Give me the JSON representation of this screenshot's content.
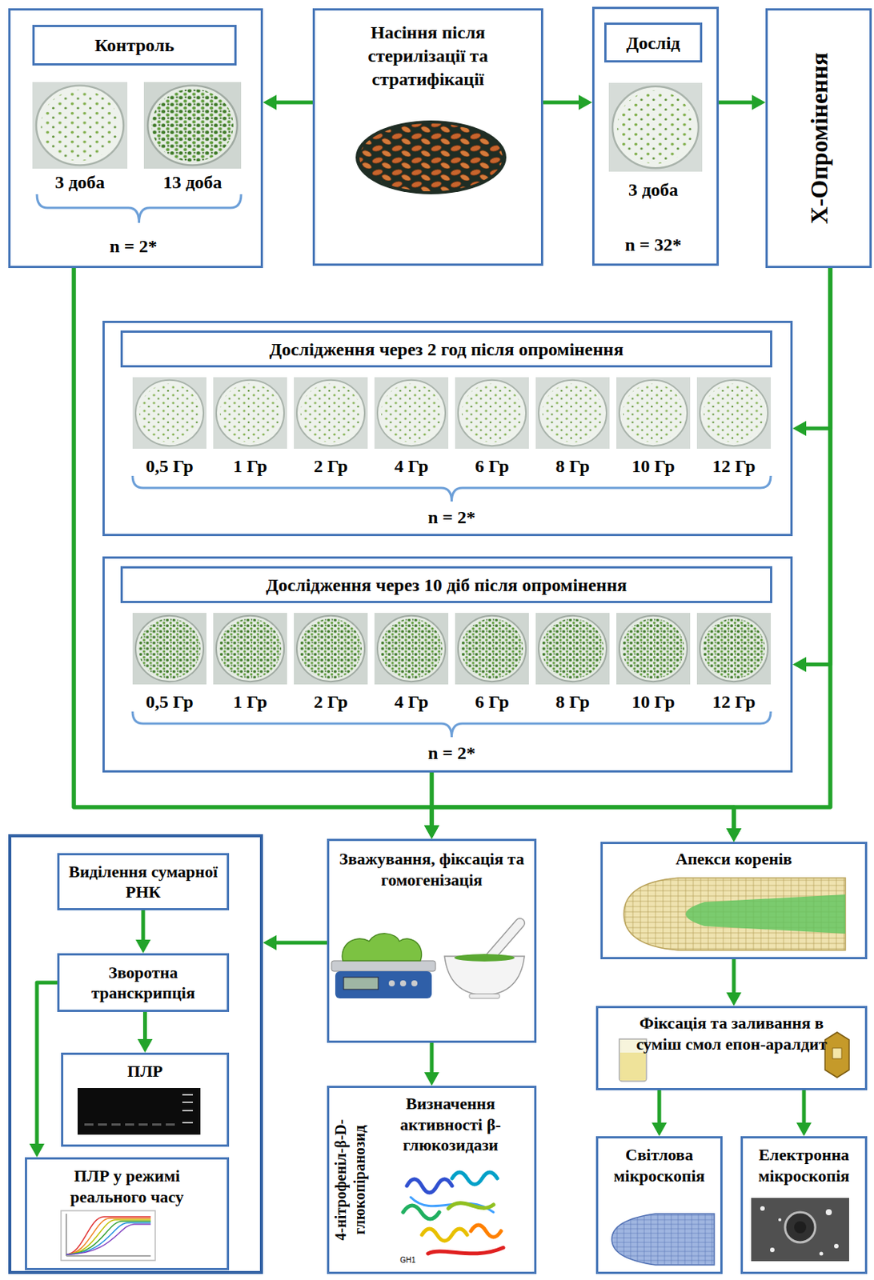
{
  "diagram": {
    "nodes": [
      {
        "text": [
          "3 доба",
          "13 доба",
          "n = 2*"
        ]
      },
      {
        "text": [
          "Контроль"
        ],
        "in": 0
      },
      {
        "text": [
          "Насіння після стерилізації та стратифікації"
        ]
      },
      {
        "text": [
          "3 доба",
          "n = 32*"
        ]
      },
      {
        "text": [
          "Дослід"
        ],
        "in": 3
      },
      {
        "text": [
          "X-Опромінення"
        ]
      },
      {
        "text": [
          "0,5 Гр",
          "1 Гр",
          "2 Гр",
          "4 Гр",
          "6 Гр",
          "8 Гр",
          "10 Гр",
          "12 Гр",
          "n = 2*"
        ]
      },
      {
        "text": [
          "Дослідження через 2 год після опромінення"
        ],
        "in": 6
      },
      {
        "text": [
          "0,5 Гр",
          "1 Гр",
          "2 Гр",
          "4 Гр",
          "6 Гр",
          "8 Гр",
          "10 Гр",
          "12 Гр",
          "n = 2*"
        ]
      },
      {
        "text": [
          "Дослідження через 10 діб після опромінення"
        ],
        "in": 8
      },
      {
        "text": []
      },
      {
        "text": [
          "Виділення сумарної РНК"
        ],
        "in": 10
      },
      {
        "text": [
          "Зворотна транскрипція"
        ],
        "in": 10
      },
      {
        "text": [
          "ПЛР"
        ],
        "in": 10
      },
      {
        "text": [
          "ПЛР у режимі реального часу"
        ],
        "in": 10
      },
      {
        "text": [
          "Зважування, фіксація та гомогенізація"
        ]
      },
      {
        "text": [
          "Апекси коренів"
        ]
      },
      {
        "text": [
          "4-нітрофеніл-β-D-глюкопіранозид",
          "Визначення активності β-глюкозидази"
        ]
      },
      {
        "text": [
          "Фіксація та заливання в суміш смол епон-аралдит"
        ]
      },
      {
        "text": [
          "Світлова мікроскопія"
        ]
      },
      {
        "text": [
          "Електронна мікроскопія"
        ]
      }
    ],
    "edges": [
      {
        "from": 2,
        "to": 0,
        "arrow": "to"
      },
      {
        "from": 2,
        "to": 3,
        "arrow": "to"
      },
      {
        "from": 3,
        "to": 5,
        "arrow": "to"
      },
      {
        "from": 5,
        "to": 6,
        "arrow": "to"
      },
      {
        "from": 5,
        "to": 8,
        "arrow": "to"
      },
      {
        "from": 0,
        "to": 15,
        "arrow": "to"
      },
      {
        "from": 0,
        "to": 16,
        "arrow": "to"
      },
      {
        "from": 5,
        "to": 15,
        "arrow": "to"
      },
      {
        "from": 5,
        "to": 16,
        "arrow": "to"
      },
      {
        "from": 8,
        "to": 15,
        "arrow": "to"
      },
      {
        "from": 8,
        "to": 16,
        "arrow": "to"
      },
      {
        "from": 15,
        "to": 10,
        "arrow": "to"
      },
      {
        "from": 11,
        "to": 12,
        "arrow": "to"
      },
      {
        "from": 12,
        "to": 13,
        "arrow": "to"
      },
      {
        "from": 12,
        "to": 14,
        "arrow": "to"
      },
      {
        "from": 15,
        "to": 17,
        "arrow": "to"
      },
      {
        "from": 16,
        "to": 18,
        "arrow": "to"
      },
      {
        "from": 18,
        "to": 19,
        "arrow": "to"
      },
      {
        "from": 18,
        "to": 20,
        "arrow": "to"
      }
    ],
    "labels": [
      "GH1"
    ]
  }
}
